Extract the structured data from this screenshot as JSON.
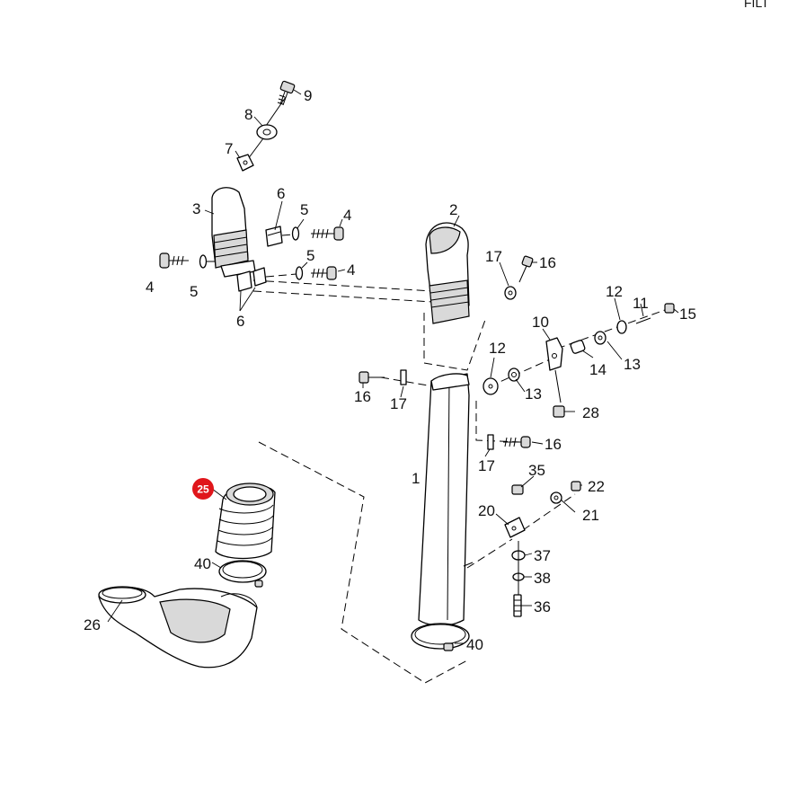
{
  "header": {
    "clipped_text": "FILT"
  },
  "highlight": {
    "label": "25",
    "color": "#e0161b"
  },
  "labels": {
    "p1": "1",
    "p2": "2",
    "p3": "3",
    "p4a": "4",
    "p4b": "4",
    "p4c": "4",
    "p5a": "5",
    "p5b": "5",
    "p5c": "5",
    "p6a": "6",
    "p6b": "6",
    "p7": "7",
    "p8": "8",
    "p9": "9",
    "p10": "10",
    "p11": "11",
    "p12a": "12",
    "p12b": "12",
    "p13a": "13",
    "p13b": "13",
    "p14": "14",
    "p15": "15",
    "p16a": "16",
    "p16b": "16",
    "p16c": "16",
    "p17a": "17",
    "p17b": "17",
    "p17c": "17",
    "p20": "20",
    "p21": "21",
    "p22": "22",
    "p26": "26",
    "p28": "28",
    "p35": "35",
    "p36": "36",
    "p37": "37",
    "p38": "38",
    "p40a": "40",
    "p40b": "40"
  }
}
